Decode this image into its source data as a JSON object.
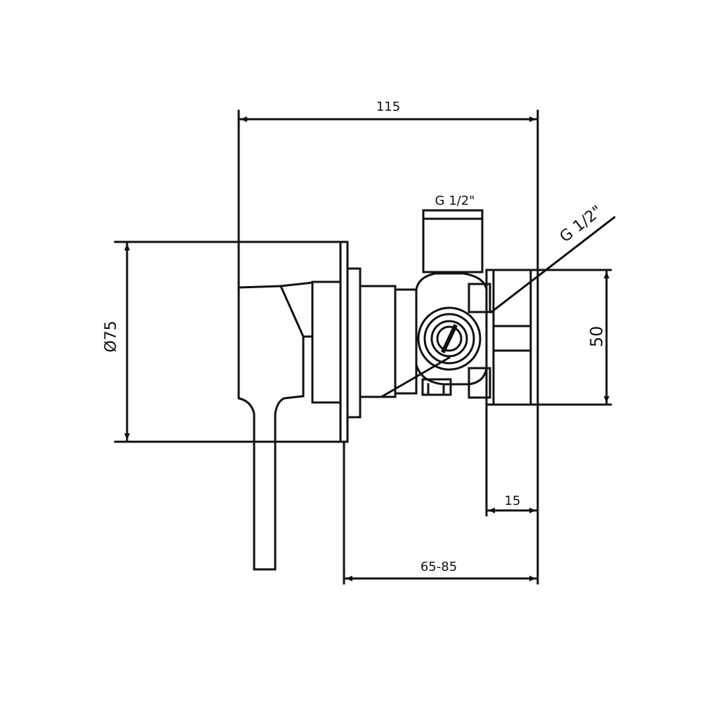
{
  "dimensions": {
    "overall_length": "115",
    "thread_top": "G 1/2\"",
    "thread_side": "G 1/2\"",
    "diameter": "Ø75",
    "body_height": "50",
    "flange_depth": "15",
    "wall_depth": "65-85"
  },
  "colors": {
    "line": "#111111",
    "background": "#ffffff"
  }
}
